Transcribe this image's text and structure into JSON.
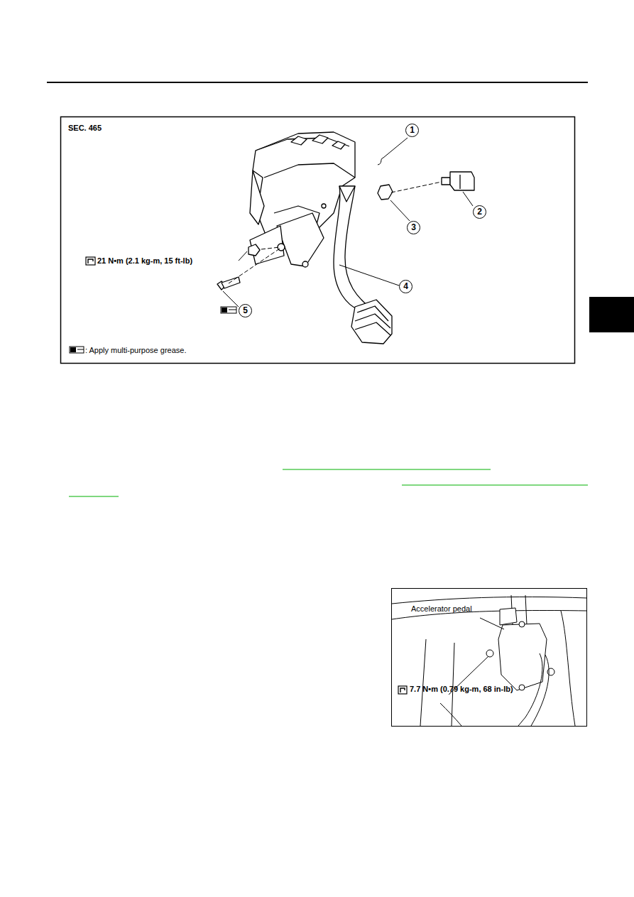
{
  "diagram": {
    "labels": [
      "SEC. 465",
      "1",
      "2",
      "3",
      "4",
      "5",
      "21 N•m (2.1 kg-m, 15 ft-lb)",
      ": Apply multi-purpose grease.",
      "Accelerator pedal",
      "7.7 N•m (0.79 kg-m, 68 in-lb)"
    ]
  }
}
